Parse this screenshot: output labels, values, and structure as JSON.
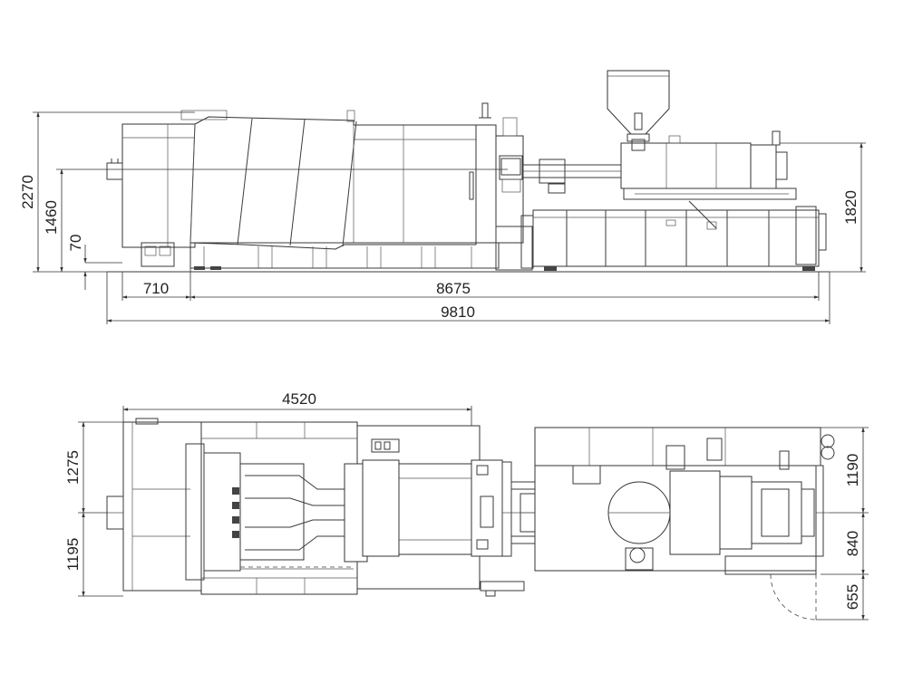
{
  "side_view": {
    "dims": {
      "overall_height": "2270",
      "center_height": "1460",
      "base_height": "70",
      "right_height": "1820",
      "front_overhang": "710",
      "machine_length": "8675",
      "total_length": "9810"
    }
  },
  "top_view": {
    "dims": {
      "clamp_length": "4520",
      "width_upper": "1275",
      "width_lower": "1195",
      "inj_upper": "1190",
      "inj_lower": "840",
      "door_swing": "655"
    }
  }
}
